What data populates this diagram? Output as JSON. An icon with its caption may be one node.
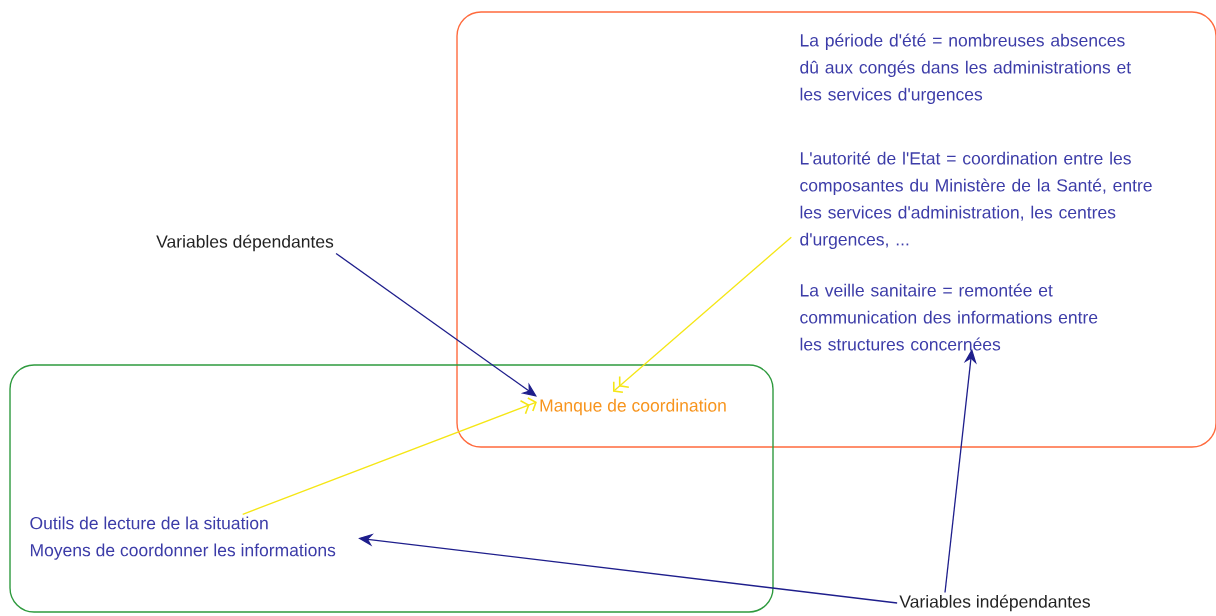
{
  "diagram": {
    "nodes": [
      {
        "text": [],
        "shape": "box"
      },
      {
        "text": [
          "La période d'été = nombreuses absences dû aux congés dans les administrations et les services d'urgences"
        ],
        "in": 0
      },
      {
        "text": [
          "L'autorité de l'Etat = coordination entre les composantes du Ministère de la Santé, entre les services d'administration, les centres d'urgences, ..."
        ],
        "in": 0
      },
      {
        "text": [
          "La veille sanitaire = remontée et communication des informations entre les structures concernées"
        ],
        "in": 0
      },
      {
        "text": [
          "Variables dépendantes"
        ]
      },
      {
        "text": [],
        "shape": "box"
      },
      {
        "text": [
          "Manque de coordination"
        ]
      },
      {
        "text": [
          "Outils de lecture de la situation",
          "Moyens de coordonner les informations"
        ],
        "in": 5
      },
      {
        "text": [
          "Variables indépendantes"
        ]
      }
    ],
    "edges": [
      {
        "from": 4,
        "to": 6,
        "arrow": "to"
      },
      {
        "from": 2,
        "to": 6,
        "arrow": "to",
        "color": "#f5e615"
      },
      {
        "from": 7,
        "to": 6,
        "arrow": "to",
        "color": "#f5e615"
      },
      {
        "from": 8,
        "to": 3,
        "arrow": "to"
      },
      {
        "from": 8,
        "to": 7,
        "arrow": "to"
      }
    ]
  }
}
